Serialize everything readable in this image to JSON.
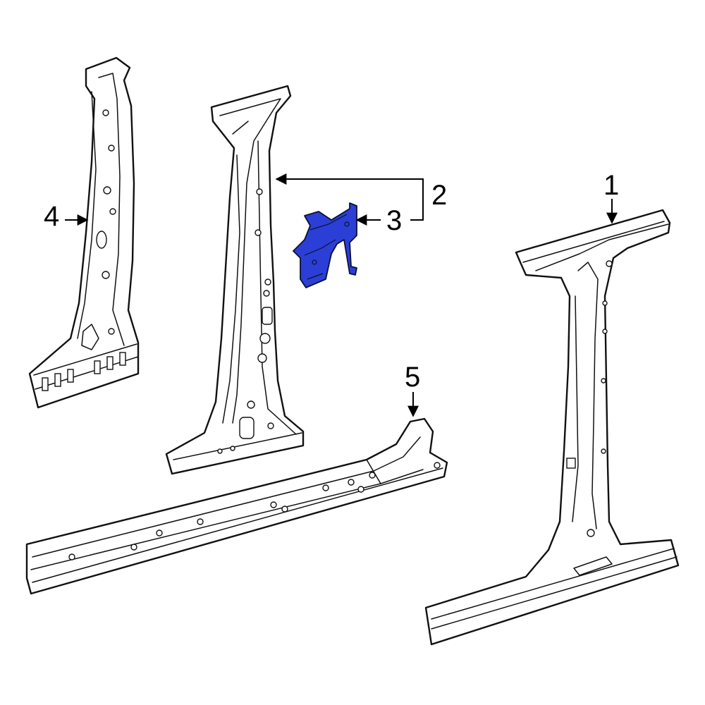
{
  "diagram": {
    "highlight_color": "#2b3fd6",
    "callouts": [
      {
        "id": "1",
        "label": "1"
      },
      {
        "id": "2",
        "label": "2"
      },
      {
        "id": "3",
        "label": "3"
      },
      {
        "id": "4",
        "label": "4"
      },
      {
        "id": "5",
        "label": "5"
      }
    ]
  }
}
